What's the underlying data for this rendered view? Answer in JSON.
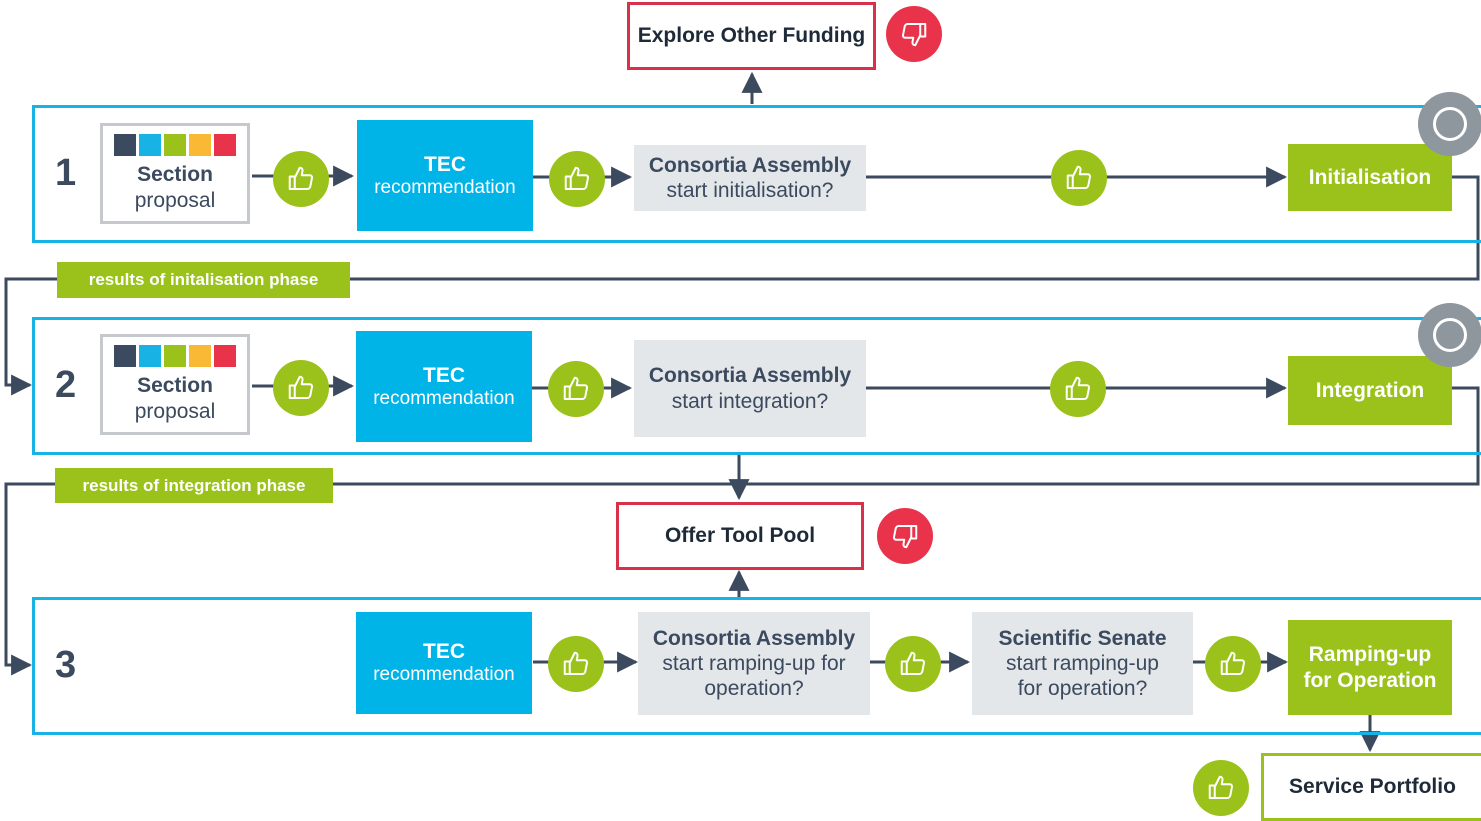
{
  "diagram": {
    "phases": [
      {
        "number": "1"
      },
      {
        "number": "2"
      },
      {
        "number": "3"
      }
    ],
    "section_proposal": {
      "title": "Section",
      "subtitle": "proposal"
    },
    "tec": {
      "title": "TEC",
      "subtitle": "recommendation"
    },
    "decisions": {
      "p1": {
        "title": "Consortia Assembly",
        "subtitle": "start initialisation?"
      },
      "p2": {
        "title": "Consortia Assembly",
        "subtitle": "start integration?"
      },
      "p3a": {
        "title": "Consortia Assembly",
        "line1": "start ramping-up for",
        "line2": "operation?"
      },
      "p3b": {
        "title": "Scientific Senate",
        "line1": "start ramping-up",
        "line2": "for operation?"
      }
    },
    "outcomes": {
      "initialisation": "Initialisation",
      "integration": "Integration",
      "ramping_line1": "Ramping-up",
      "ramping_line2": "for Operation",
      "service_portfolio": "Service Portfolio"
    },
    "rejections": {
      "explore": "Explore Other Funding",
      "toolpool": "Offer Tool Pool"
    },
    "results_labels": {
      "initialisation": "results of initalisation phase",
      "integration": "results of integration phase"
    },
    "section_colors": [
      "#3b4a5e",
      "#19b2e4",
      "#9ac21b",
      "#f9b934",
      "#e8334a"
    ],
    "icons": {
      "approve": "thumbs-up-icon",
      "reject": "thumbs-down-icon",
      "loop": "loop-icon"
    },
    "colors": {
      "frame": "#19b2e4",
      "approve": "#9ac21b",
      "reject": "#e8334a",
      "tec": "#00b4e8",
      "decision": "#e4e7ea",
      "connector": "#3b4a5e"
    }
  }
}
